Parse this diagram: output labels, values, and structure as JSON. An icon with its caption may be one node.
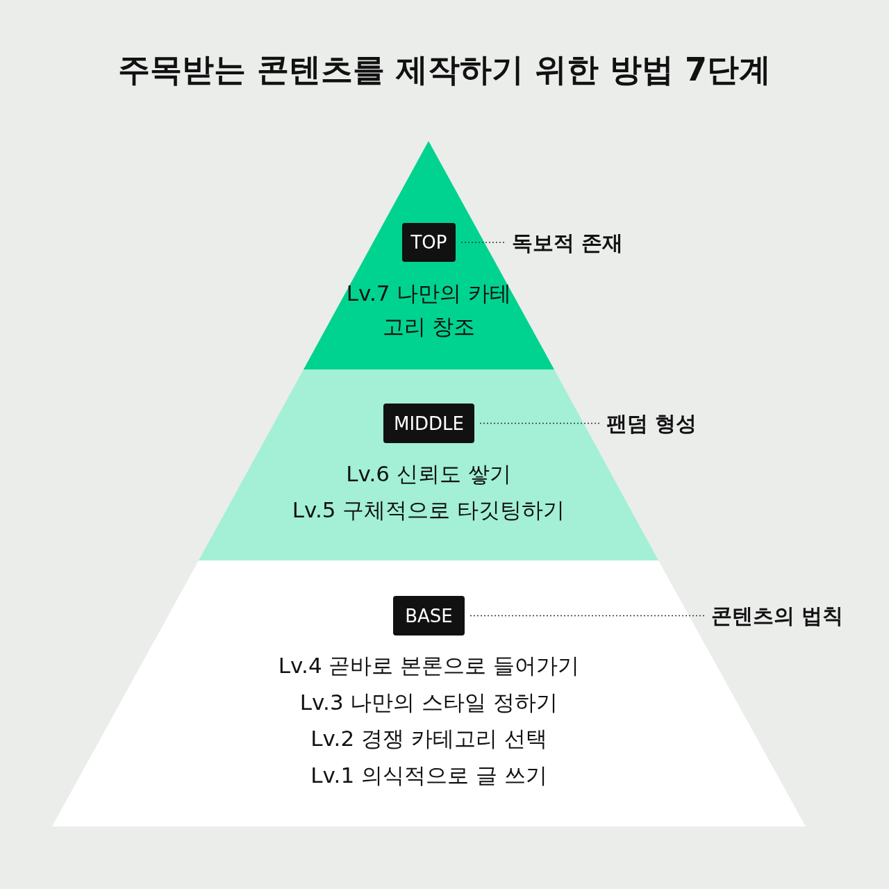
{
  "diagram": {
    "title": "주목받는 콘텐츠를 제작하기 위한 방법 7단계",
    "nodes": [
      {
        "text": [
          "Lv.7 나만의 카테고리 창조"
        ]
      },
      {
        "text": [
          "TOP"
        ],
        "in": 0
      },
      {
        "text": [
          "독보적 존재"
        ]
      },
      {
        "text": [
          "Lv.6 신뢰도 쌓기",
          "Lv.5 구체적으로 타깃팅하기"
        ]
      },
      {
        "text": [
          "MIDDLE"
        ],
        "in": 3
      },
      {
        "text": [
          "팬덤 형성"
        ]
      },
      {
        "text": [
          "Lv.4 곧바로 본론으로 들어가기",
          "Lv.3 나만의 스타일 정하기",
          "Lv.2 경쟁 카테고리 선택",
          "Lv.1 의식적으로 글 쓰기"
        ]
      },
      {
        "text": [
          "BASE"
        ],
        "in": 6
      },
      {
        "text": [
          "콘텐츠의 법칙"
        ]
      }
    ],
    "edges": [
      {
        "from": 1,
        "to": 2,
        "arrow": "none",
        "style": "dashed"
      },
      {
        "from": 4,
        "to": 5,
        "arrow": "none",
        "style": "dashed"
      },
      {
        "from": 7,
        "to": 8,
        "arrow": "none",
        "style": "dashed"
      }
    ]
  }
}
